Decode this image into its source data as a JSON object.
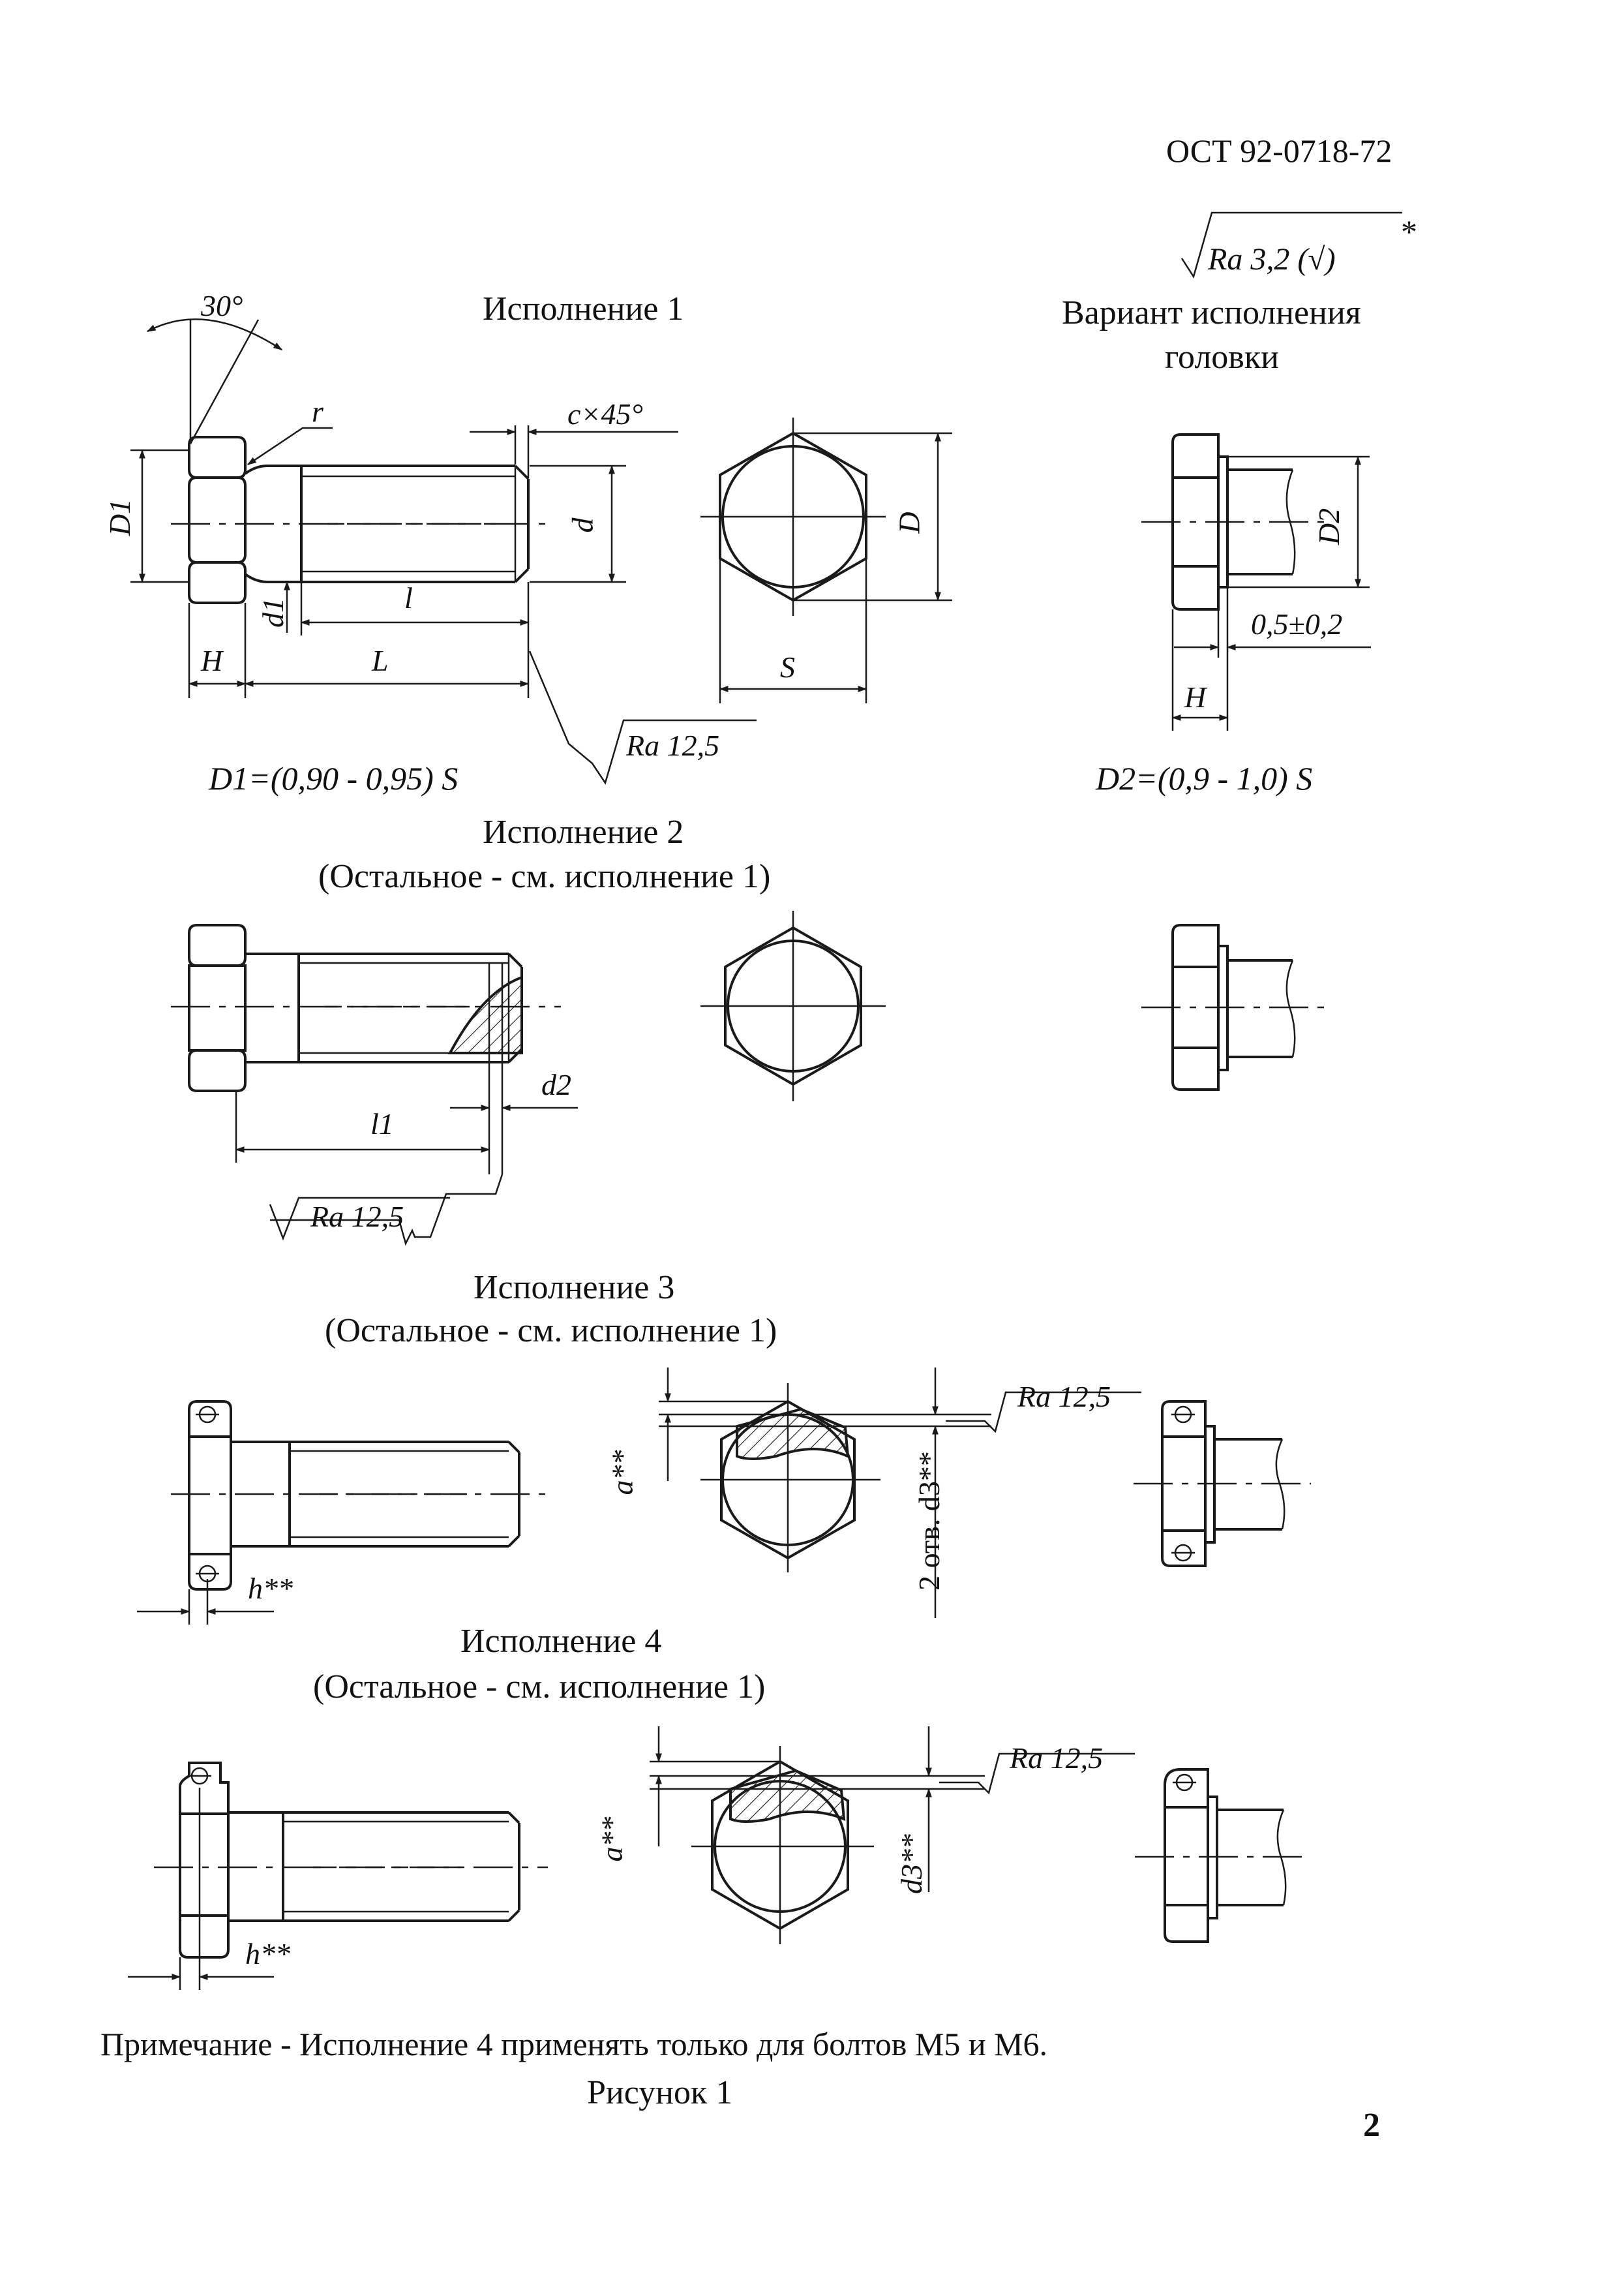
{
  "header": {
    "standard_code": "ОСТ 92-0718-72",
    "roughness_general": "Ra 3,2 (√)",
    "roughness_star": "*"
  },
  "variant1": {
    "title": "Исполнение 1",
    "angle": "30°",
    "r": "r",
    "chamfer": "c×45°",
    "D1": "D1",
    "d": "d",
    "d1": "d1",
    "D": "D",
    "l": "l",
    "H": "H",
    "L": "L",
    "S": "S",
    "roughness": "Ra 12,5",
    "formula": "D1=(0,90 - 0,95) S"
  },
  "head_variant": {
    "title_line1": "Вариант исполнения",
    "title_line2": "головки",
    "D2": "D2",
    "tolerance": "0,5±0,2",
    "H": "H",
    "formula": "D2=(0,9 - 1,0) S"
  },
  "variant2": {
    "title": "Исполнение 2",
    "subtitle": "(Остальное - см. исполнение 1)",
    "d2": "d2",
    "l1": "l1",
    "roughness": "Ra 12,5"
  },
  "variant3": {
    "title": "Исполнение 3",
    "subtitle": "(Остальное - см. исполнение 1)",
    "a": "a**",
    "d3": "2 отв. d3**",
    "h": "h**",
    "roughness": "Ra 12,5"
  },
  "variant4": {
    "title": "Исполнение 4",
    "subtitle": "(Остальное - см. исполнение 1)",
    "a": "a**",
    "d3": "d3**",
    "h": "h**",
    "roughness": "Ra 12,5"
  },
  "footer": {
    "note": "Примечание - Исполнение 4 применять только для болтов М5 и М6.",
    "caption": "Рисунок 1",
    "page_number": "2"
  }
}
